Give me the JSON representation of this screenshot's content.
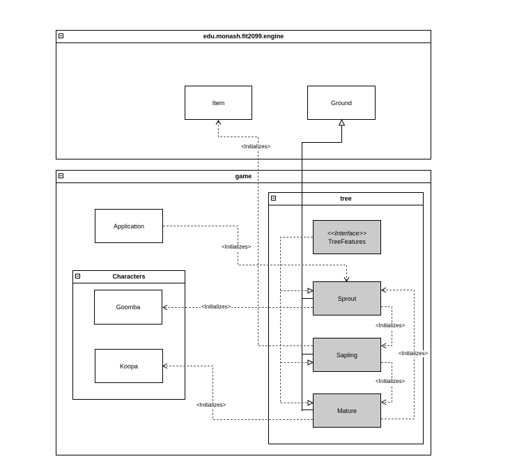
{
  "packages": {
    "engine": {
      "title": "edu.monash.fit2099.engine"
    },
    "game": {
      "title": "game"
    },
    "tree": {
      "title": "tree"
    },
    "characters": {
      "title": "Characters"
    }
  },
  "classes": {
    "item": "Item",
    "ground": "Ground",
    "application": "Application",
    "goomba": "Goomba",
    "koopa": "Koopa",
    "tree_features": {
      "stereotype": "<<Interface>>",
      "name": "TreeFeatures"
    },
    "sprout": "Sprout",
    "sapling": "Sapling",
    "mature": "Mature"
  },
  "relations": {
    "initializes_label": "<Initializes>"
  },
  "colors": {
    "tree_class_fill": "#cbcbcb",
    "line": "#000000",
    "dashed_line": "#555555"
  }
}
